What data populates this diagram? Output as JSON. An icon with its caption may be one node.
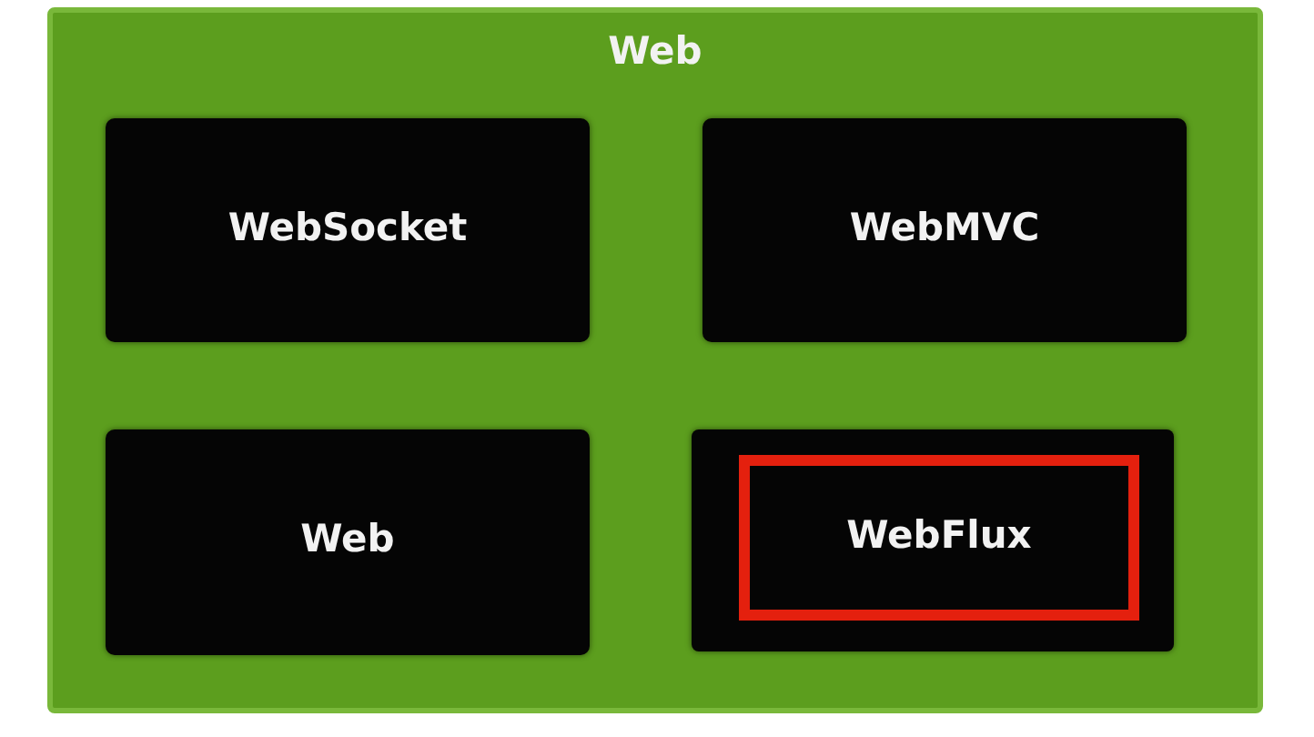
{
  "diagram": {
    "nodes": [
      {
        "text": [
          "Web"
        ]
      },
      {
        "text": [
          "WebSocket"
        ],
        "in": 0
      },
      {
        "text": [
          "WebMVC"
        ],
        "in": 0
      },
      {
        "text": [
          "Web"
        ],
        "in": 0
      },
      {
        "text": [],
        "shape": "box",
        "in": 0
      },
      {
        "text": [
          "WebFlux"
        ],
        "in": 4
      }
    ]
  }
}
